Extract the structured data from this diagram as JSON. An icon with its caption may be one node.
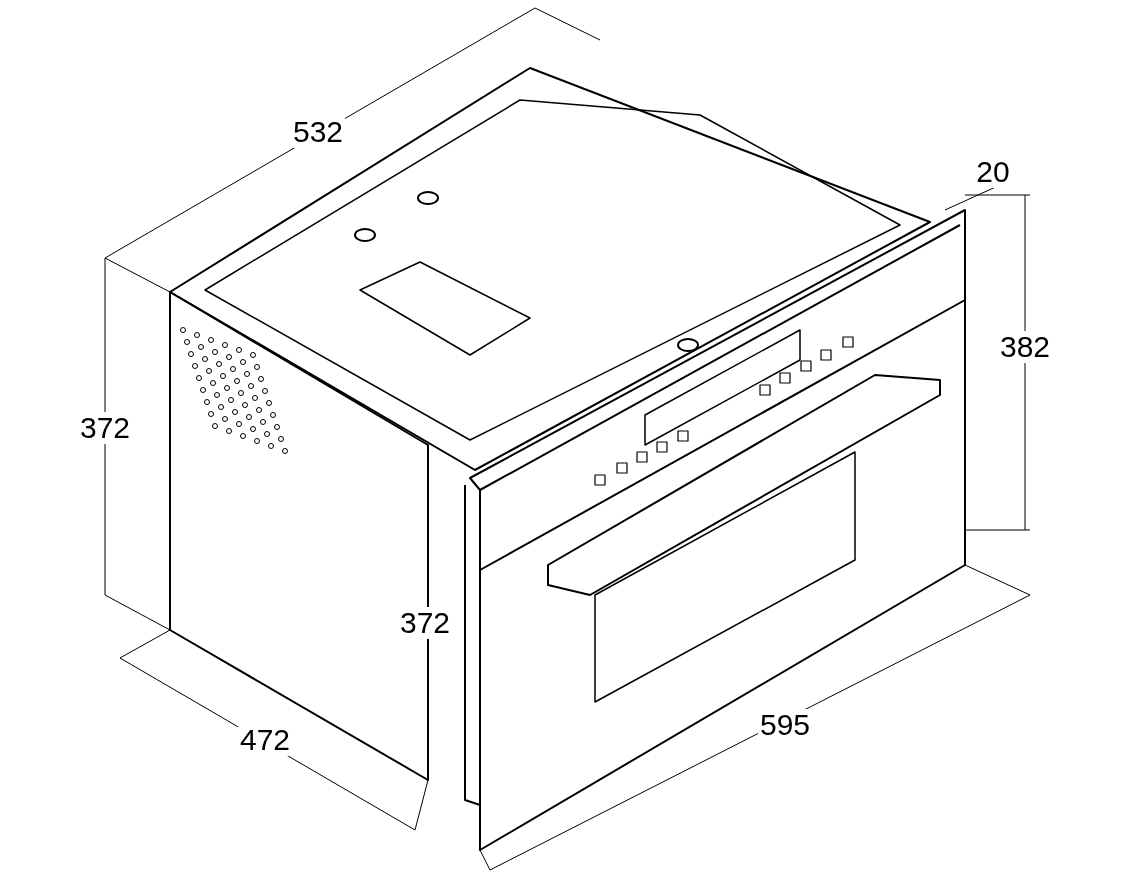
{
  "diagram": {
    "labels": [
      "532",
      "20",
      "382",
      "372",
      "372",
      "595",
      "472"
    ]
  }
}
